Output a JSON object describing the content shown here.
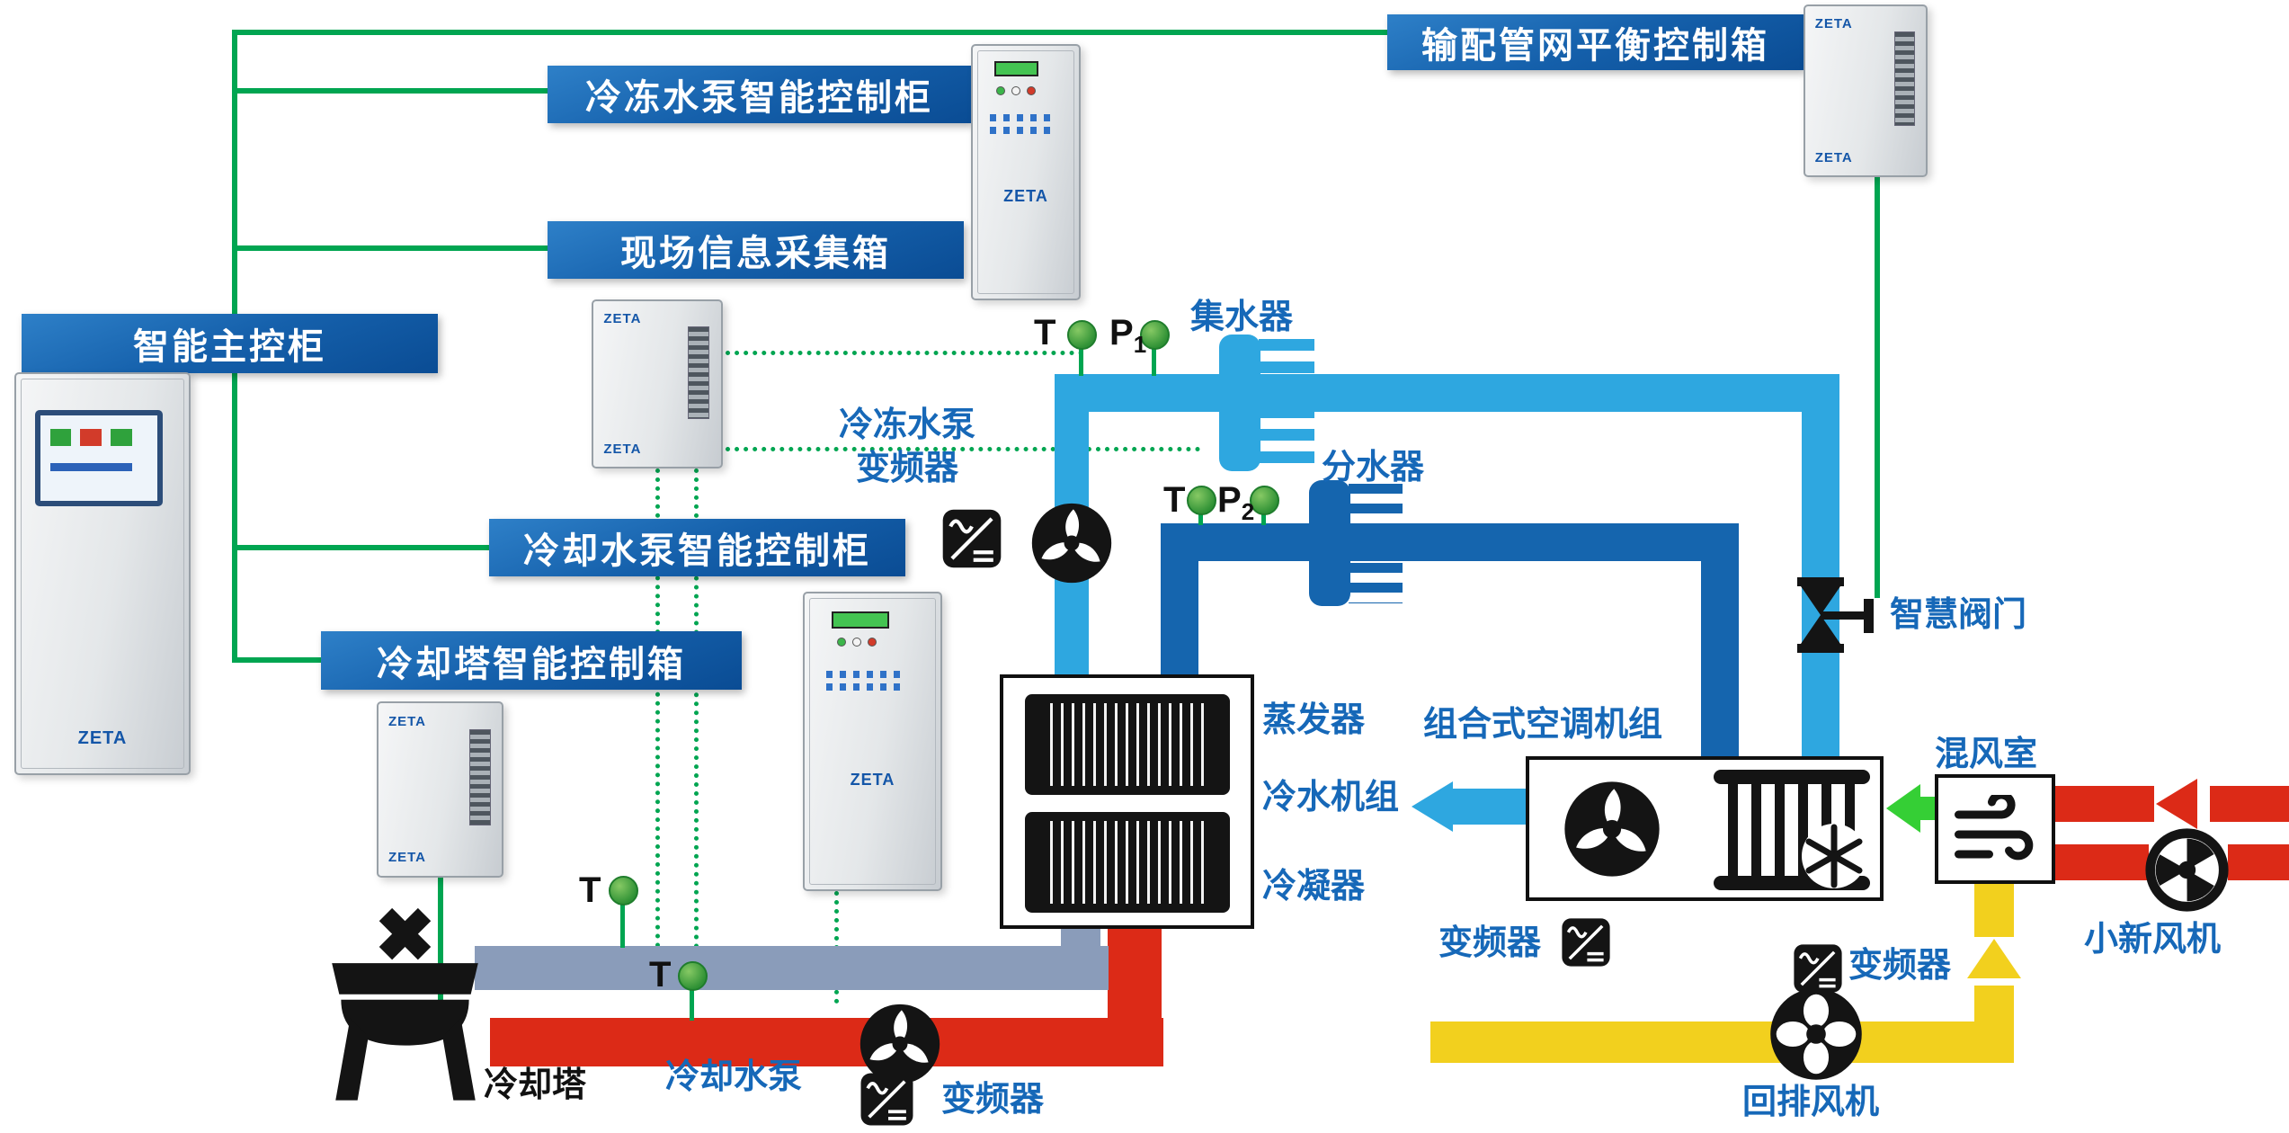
{
  "brand": "ZETA",
  "colors": {
    "chilled_supply_pipe": "#2EA7E0",
    "chilled_return_pipe": "#1565AE",
    "condenser_hot_pipe": "#DC2A17",
    "condenser_cool_pipe": "#8A9CBA",
    "air_duct_yellow": "#F2D01E",
    "control_line_green": "#00A551",
    "label_blue": "#1668B8",
    "banner_blue": "#0F57A3"
  },
  "banners": {
    "main_control": "智能主控柜",
    "chilled_pump_panel": "冷冻水泵智能控制柜",
    "field_info_box": "现场信息采集箱",
    "cooling_pump_panel": "冷却水泵智能控制柜",
    "cooling_tower_box": "冷却塔智能控制箱",
    "network_balance_box": "输配管网平衡控制箱"
  },
  "labels": {
    "collector": "集水器",
    "distributor": "分水器",
    "chilled_pump_line1": "冷冻水泵",
    "chilled_pump_line2": "变频器",
    "smart_valve": "智慧阀门",
    "evaporator": "蒸发器",
    "chiller_unit": "冷水机组",
    "condenser": "冷凝器",
    "ahu": "组合式空调机组",
    "mixing_chamber": "混风室",
    "ahu_vfd": "变频器",
    "return_fan_vfd": "变频器",
    "cooling_pump_vfd": "变频器",
    "fresh_air_fan": "小新风机",
    "return_fan": "回排风机",
    "cooling_tower": "冷却塔",
    "cooling_water_pump": "冷却水泵"
  },
  "sensors": {
    "t": "T",
    "p": "P",
    "p1_sub": "1",
    "p2_sub": "2"
  }
}
